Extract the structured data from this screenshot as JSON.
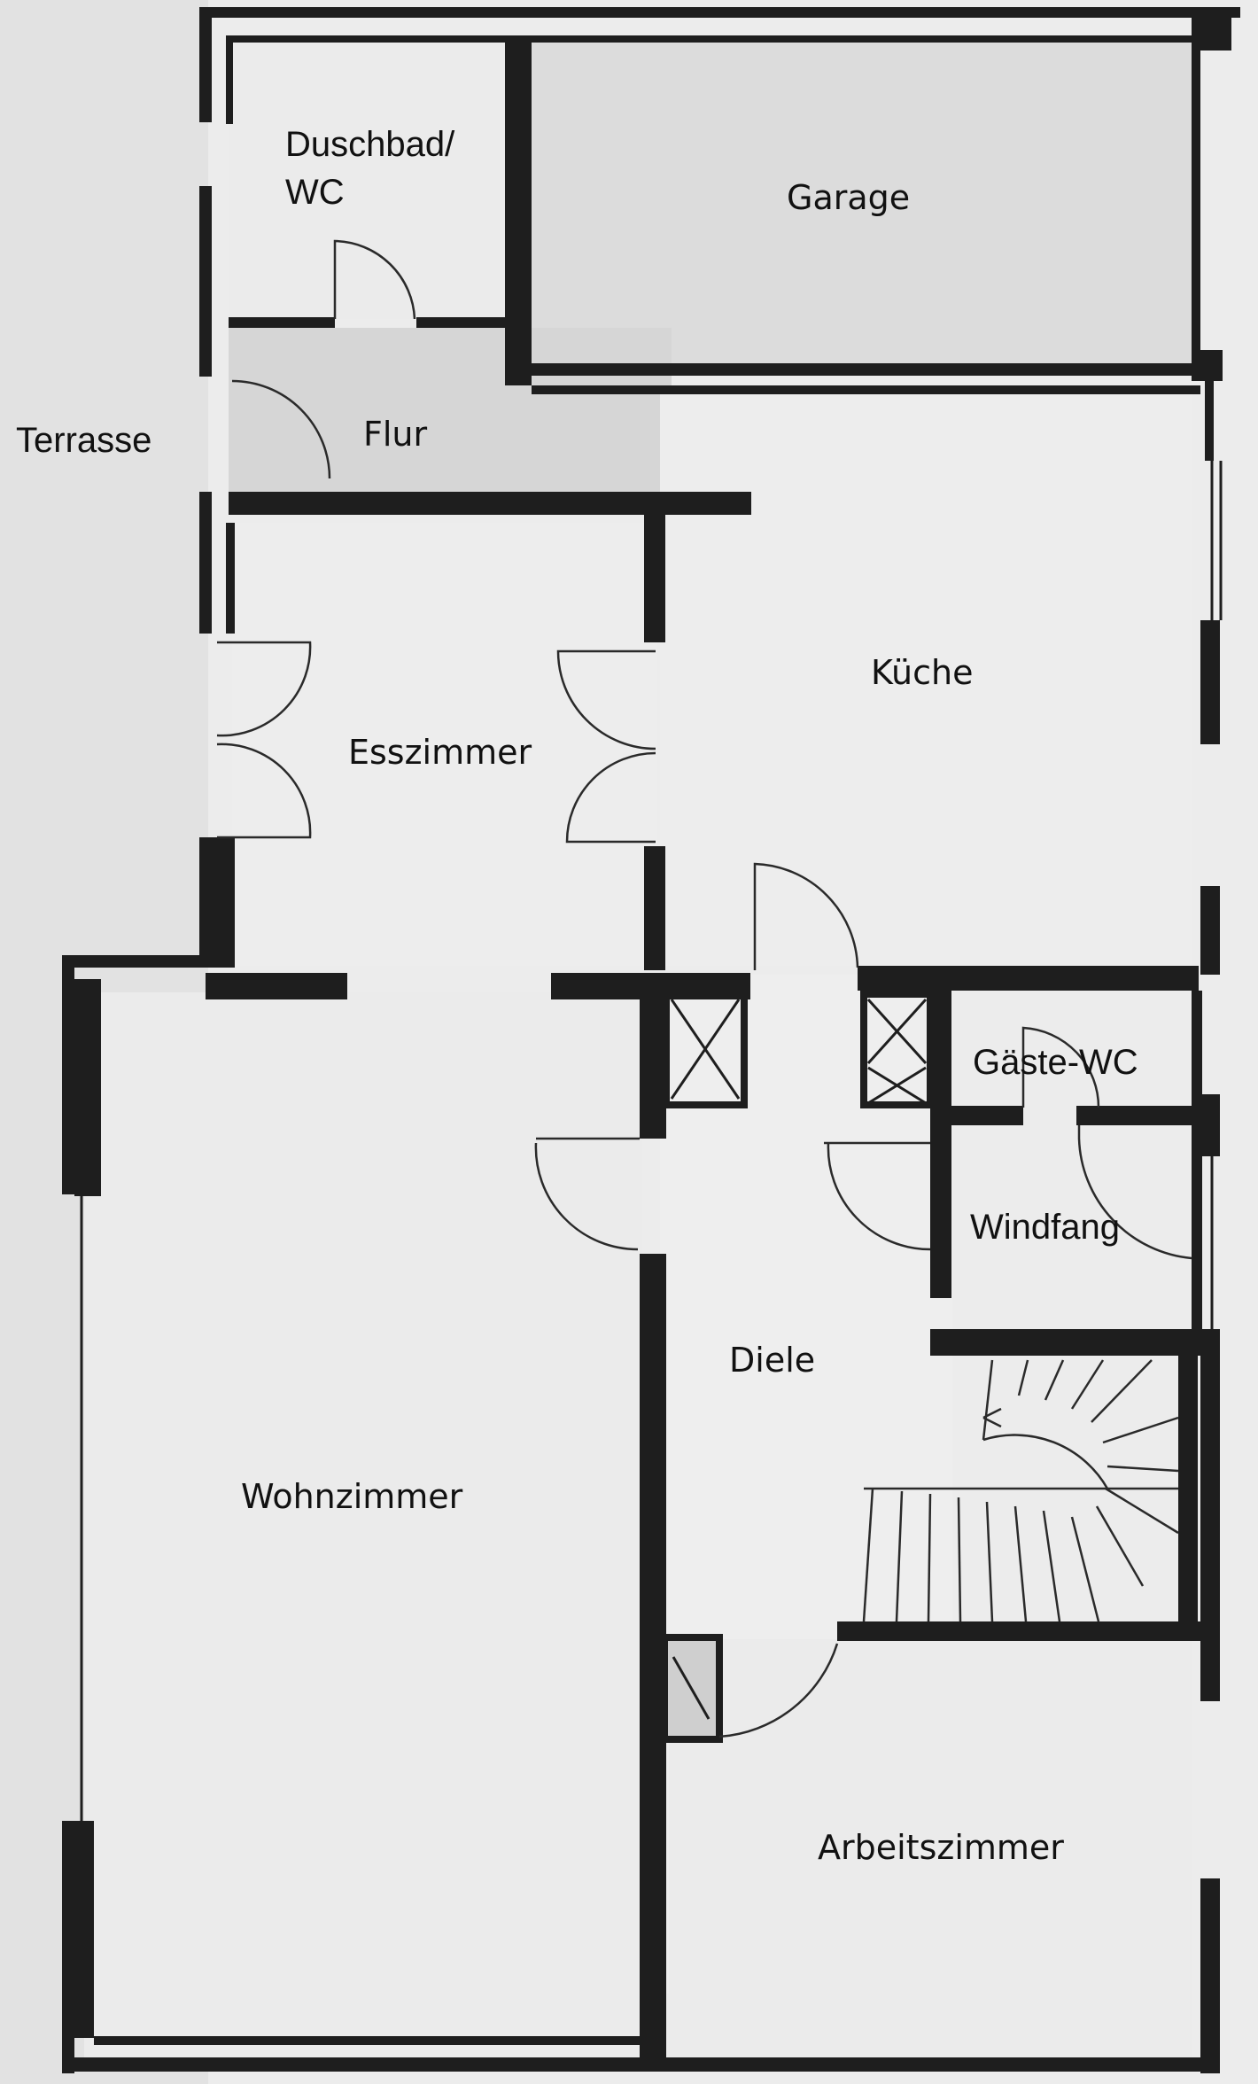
{
  "colors": {
    "background": "#ffffff",
    "floor": "#e9e9e9",
    "garage_floor": "#dcdcdc",
    "hall_floor": "#d5d5d5",
    "terrace": "#e2e2e2",
    "wall": "#1e1e1e"
  },
  "rooms": {
    "duschbad_line1": "Duschbad/",
    "duschbad_line2": "WC",
    "garage": "Garage",
    "terrasse": "Terrasse",
    "flur": "Flur",
    "kueche": "Küche",
    "esszimmer": "Esszimmer",
    "gaeste_wc": "Gäste-WC",
    "windfang": "Windfang",
    "diele": "Diele",
    "wohnzimmer": "Wohnzimmer",
    "arbeitszimmer": "Arbeitszimmer"
  }
}
